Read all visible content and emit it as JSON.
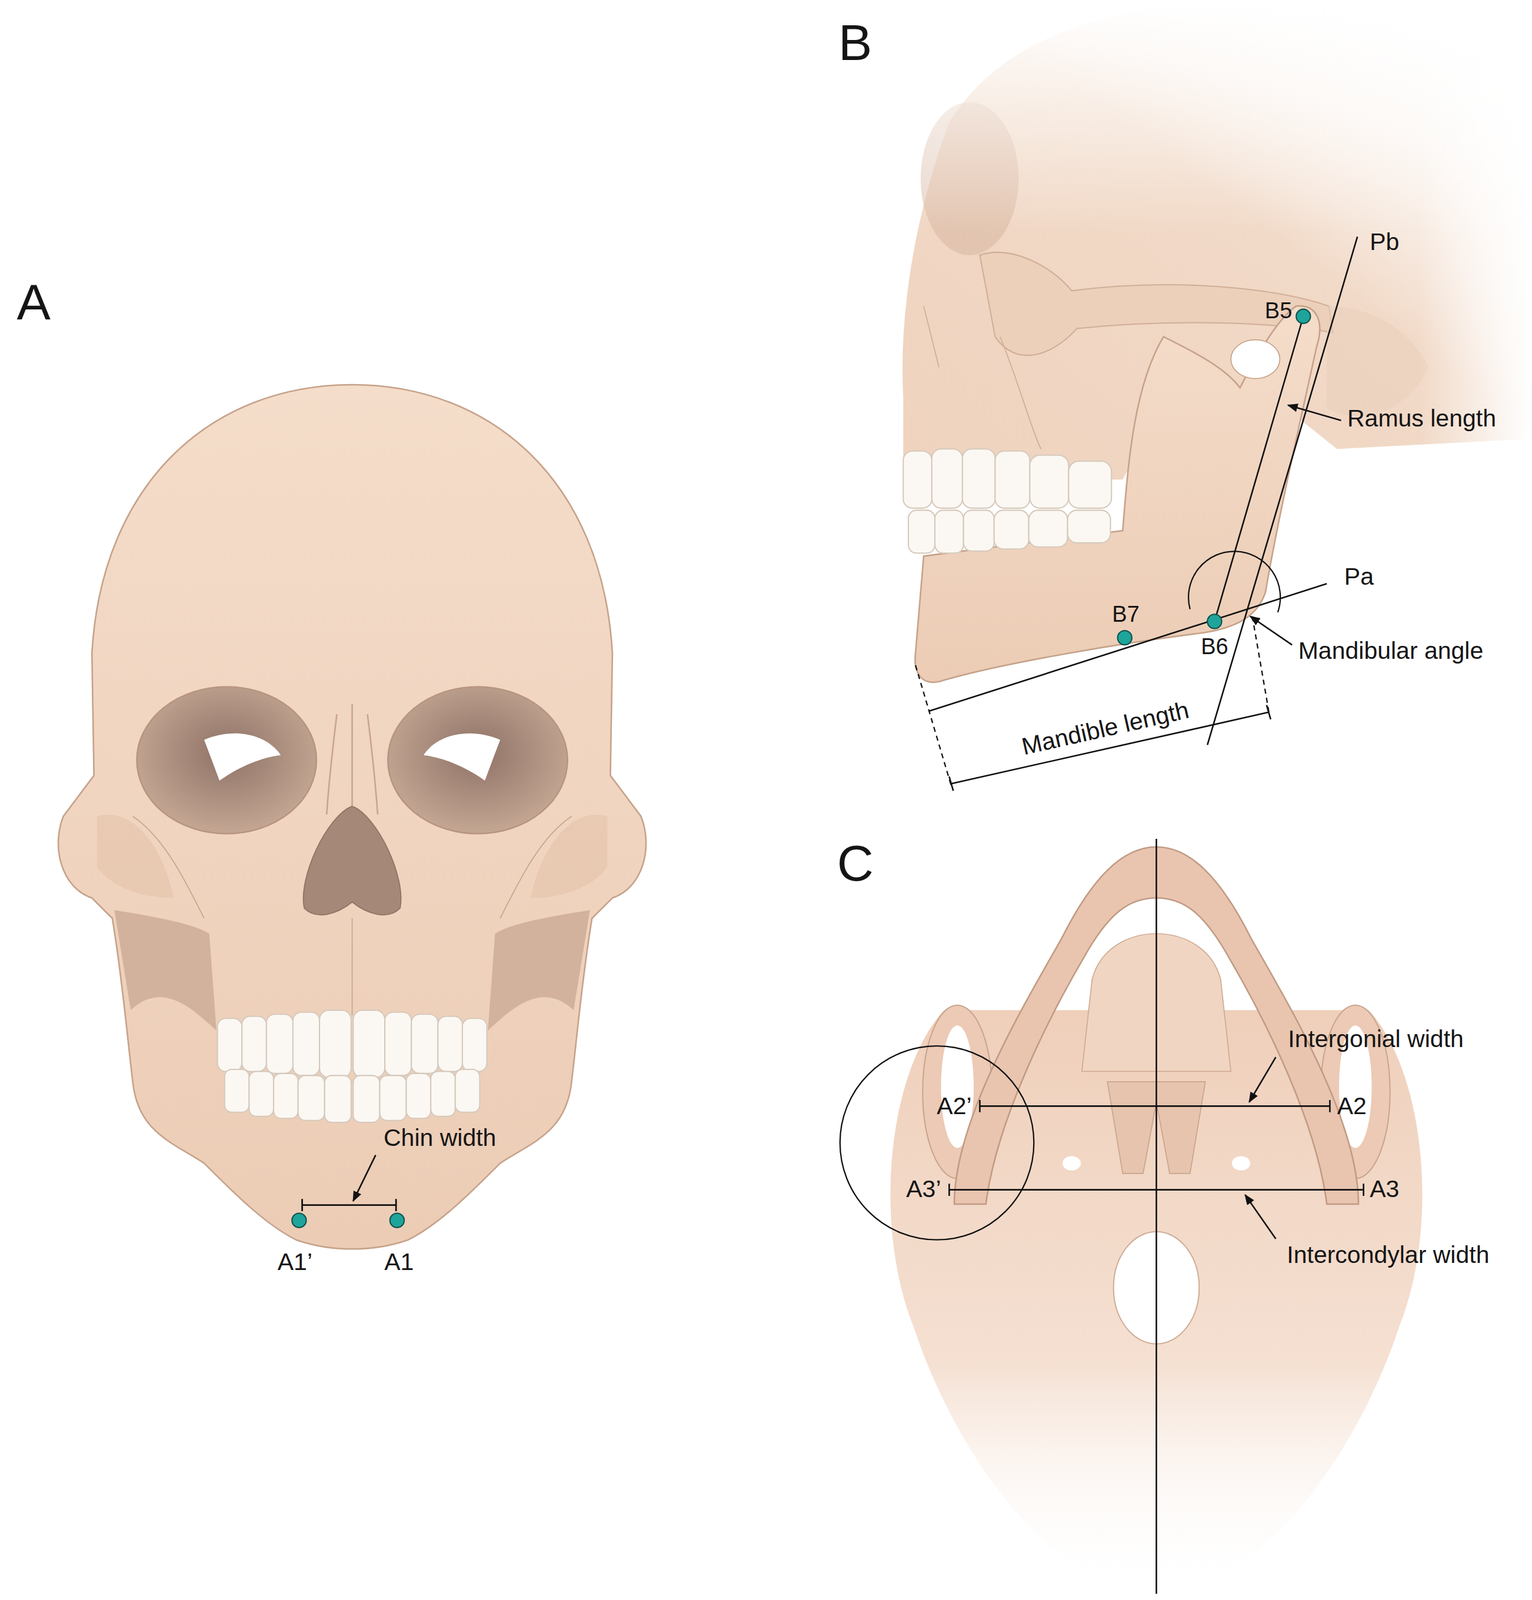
{
  "diagram": {
    "labels": [
      "A",
      "Chin width",
      "A1’",
      "A1",
      "B",
      "B5",
      "Pb",
      "Ramus length",
      "Pa",
      "B7",
      "B6",
      "Mandibular angle",
      "Mandible length",
      "C",
      "Intergonial width",
      "A2’",
      "A2",
      "A3’",
      "A3",
      "Intercondylar width"
    ]
  }
}
